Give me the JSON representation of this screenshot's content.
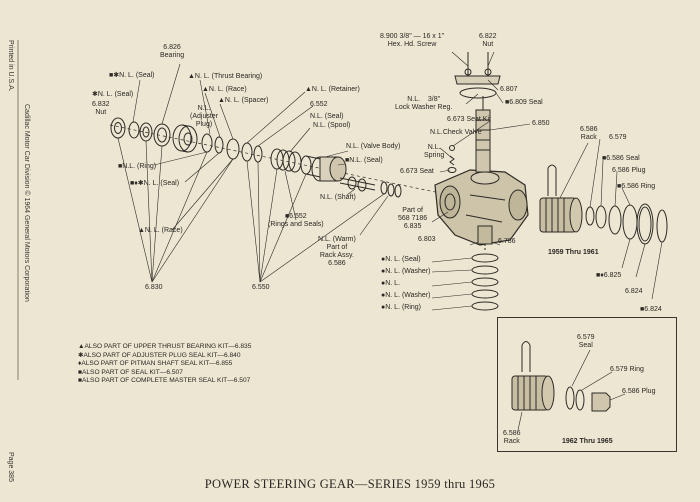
{
  "title": "POWER STEERING GEAR—SERIES 1959 thru 1965",
  "side_texts": {
    "printed": "Printed in U.S.A.",
    "copyright": "Cadillac Motor Car Division © 1964 General Motors Corporation",
    "page": "Page 385"
  },
  "labels": {
    "bearing_6826": "6.826",
    "bearing_word": "Bearing",
    "seal_top": "■✱N. L. (Seal)",
    "thrust_bearing": "▲N. L. (Thrust Bearing)",
    "race_top": "▲N. L. (Race)",
    "spacer": "▲N. L. (Spacer)",
    "retainer": "▲N. L. (Retainer)",
    "seal_left": "✱N. L. (Seal)",
    "nut_6832": "6.832",
    "nut_word": "Nut",
    "adjuster_plug": "N.L.\n(Adjuster\nPlug)",
    "n_6552": "6.552",
    "nl_seal_mid": "N.L. (Seal)",
    "nl_spool": "N.L. (Spool)",
    "ring_left": "■N.L. (Ring)",
    "seal_left2": "■♦✱N. L. (Seal)",
    "valve_body": "N.L. (Valve Body)",
    "seal_right": "■N.L. (Seal)",
    "shaft": "N.L. (Shaft)",
    "race_bottom": "▲N. L. (Race)",
    "rings_seals": "■6.552\n(Rings and Seals)",
    "worm": "N.L. (Warm)\nPart of\nRack Assy.\n6.586",
    "part_of": "Part of\n568 7186\n6.835",
    "n_6830": "6.830",
    "n_6550": "6.550",
    "screw": "8.900 3/8\" — 16 x 1\"\nHex. Hd. Screw",
    "nut_6822": "6.822\nNut",
    "lock_washer": "N.L.    3/8\"\nLock Washer Reg.",
    "n_6807": "6.807",
    "seal_6809": "■6.809 Seal",
    "seat_kit": "6.673 Seat Kit",
    "check_valve": "N.L.Check Valve",
    "n_6850": "6.850",
    "spring": "N.L.\nSpring",
    "seat_6673": "6.673 Seat",
    "rack_6586": "6.586\nRack",
    "n_6579": "6.579",
    "seal_6586": "■6.586 Seal",
    "plug_6586": "6.586 Plug",
    "ring_6586": "■6.586 Ring",
    "n_6803": "6.803",
    "n_6786": "6.786",
    "seal_b": "●N. L. (Seal)",
    "washer_b1": "●N. L. (Washer)",
    "nl_b": "●N. L.",
    "washer_b2": "●N. L. (Washer)",
    "ring_b": "●N. L. (Ring)",
    "years_1959": "1959 Thru 1961",
    "n_6825": "■♦6.825",
    "n_6824a": "6.824",
    "n_6824b": "■6.824",
    "inset_seal": "6.579\nSeal",
    "inset_ring": "6.579 Ring",
    "inset_plug": "6.586 Plug",
    "inset_rack": "6.586\nRack",
    "years_1962": "1962 Thru 1965"
  },
  "legend": [
    "▲ALSO PART OF UPPER THRUST BEARING KIT—6.835",
    "✱ALSO PART OF ADJUSTER PLUG SEAL KIT—6.840",
    "♦ALSO PART OF PITMAN SHAFT SEAL KIT—6.855",
    "■ALSO PART OF SEAL KIT—6.507",
    "■ALSO PART OF COMPLETE MASTER SEAL KIT—6.507"
  ]
}
